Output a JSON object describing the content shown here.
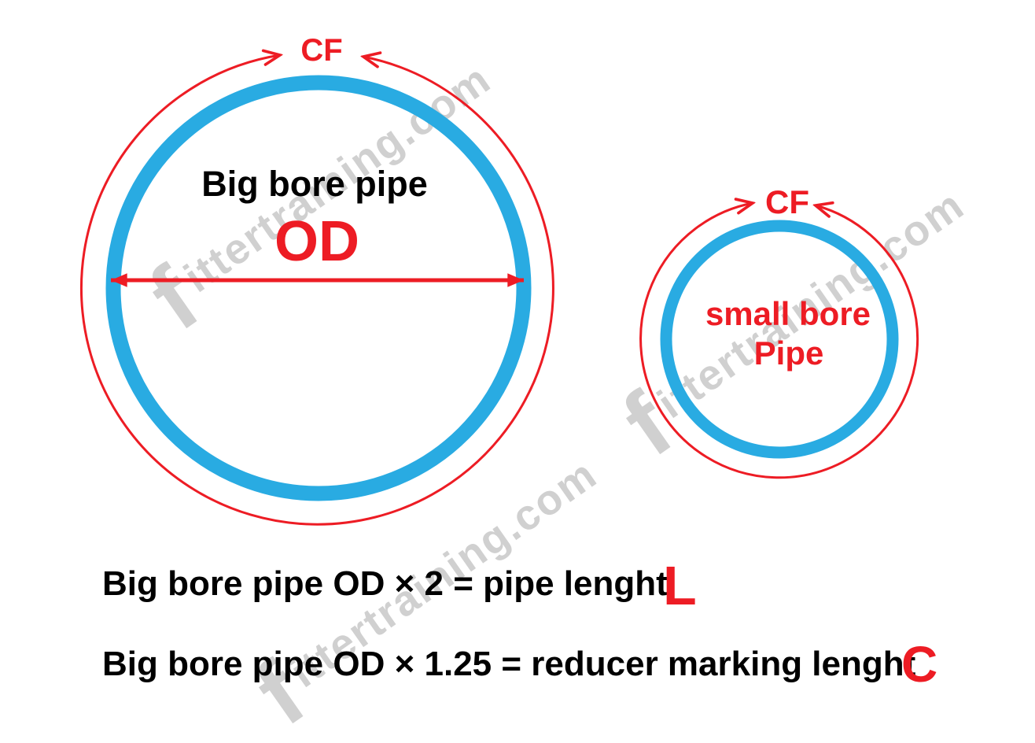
{
  "colors": {
    "pipe_blue": "#29abe2",
    "accent_red": "#ed1c24",
    "text_black": "#000000",
    "watermark_gray": "#d0d0d0",
    "background": "#ffffff"
  },
  "big_pipe": {
    "circumference_label": "CF",
    "name": "Big bore pipe",
    "diameter_label": "OD"
  },
  "small_pipe": {
    "circumference_label": "CF",
    "name_line1": "small bore",
    "name_line2": "Pipe"
  },
  "formulas": [
    {
      "text": "Big bore pipe OD × 2 = pipe lenght",
      "symbol": "L"
    },
    {
      "text": "Big bore pipe OD × 1.25 = reducer marking lenght",
      "symbol": "C"
    }
  ],
  "watermark": {
    "full": "fittertraining.com",
    "lead": "f",
    "rest": "ittertraining.com"
  }
}
